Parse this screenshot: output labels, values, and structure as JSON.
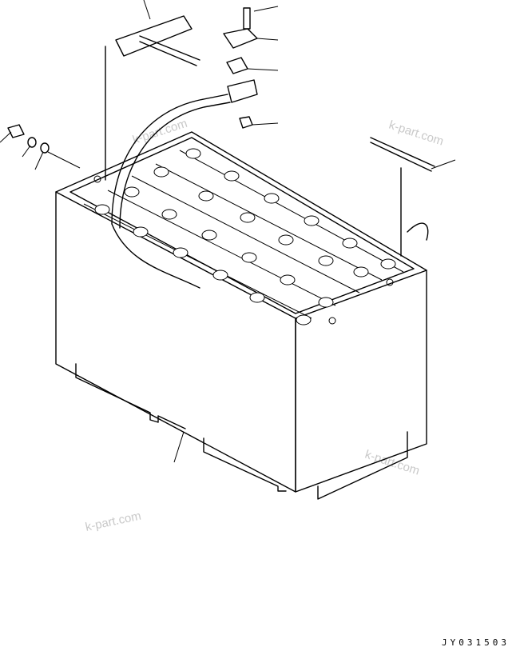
{
  "drawing": {
    "drawing_code": "JY031503",
    "watermarks": [
      "k-part.com",
      "k-part.com",
      "k-part.com",
      "k-part.com"
    ]
  }
}
